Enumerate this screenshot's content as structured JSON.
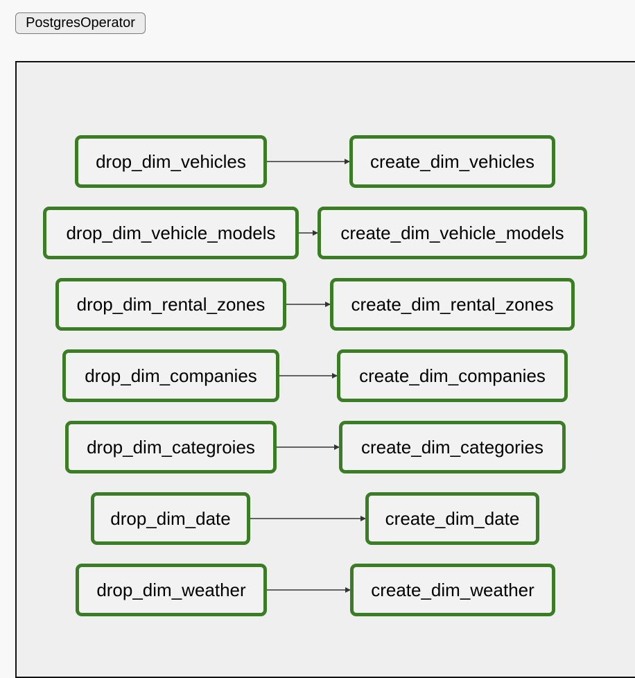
{
  "operator": {
    "label": "PostgresOperator"
  },
  "dag": {
    "rows": [
      {
        "drop": "drop_dim_vehicles",
        "create": "create_dim_vehicles"
      },
      {
        "drop": "drop_dim_vehicle_models",
        "create": "create_dim_vehicle_models"
      },
      {
        "drop": "drop_dim_rental_zones",
        "create": "create_dim_rental_zones"
      },
      {
        "drop": "drop_dim_companies",
        "create": "create_dim_companies"
      },
      {
        "drop": "drop_dim_categroies",
        "create": "create_dim_categories"
      },
      {
        "drop": "drop_dim_date",
        "create": "create_dim_date"
      },
      {
        "drop": "drop_dim_weather",
        "create": "create_dim_weather"
      }
    ],
    "node_border_color": "#3a7d25",
    "edge_color": "#333333"
  }
}
